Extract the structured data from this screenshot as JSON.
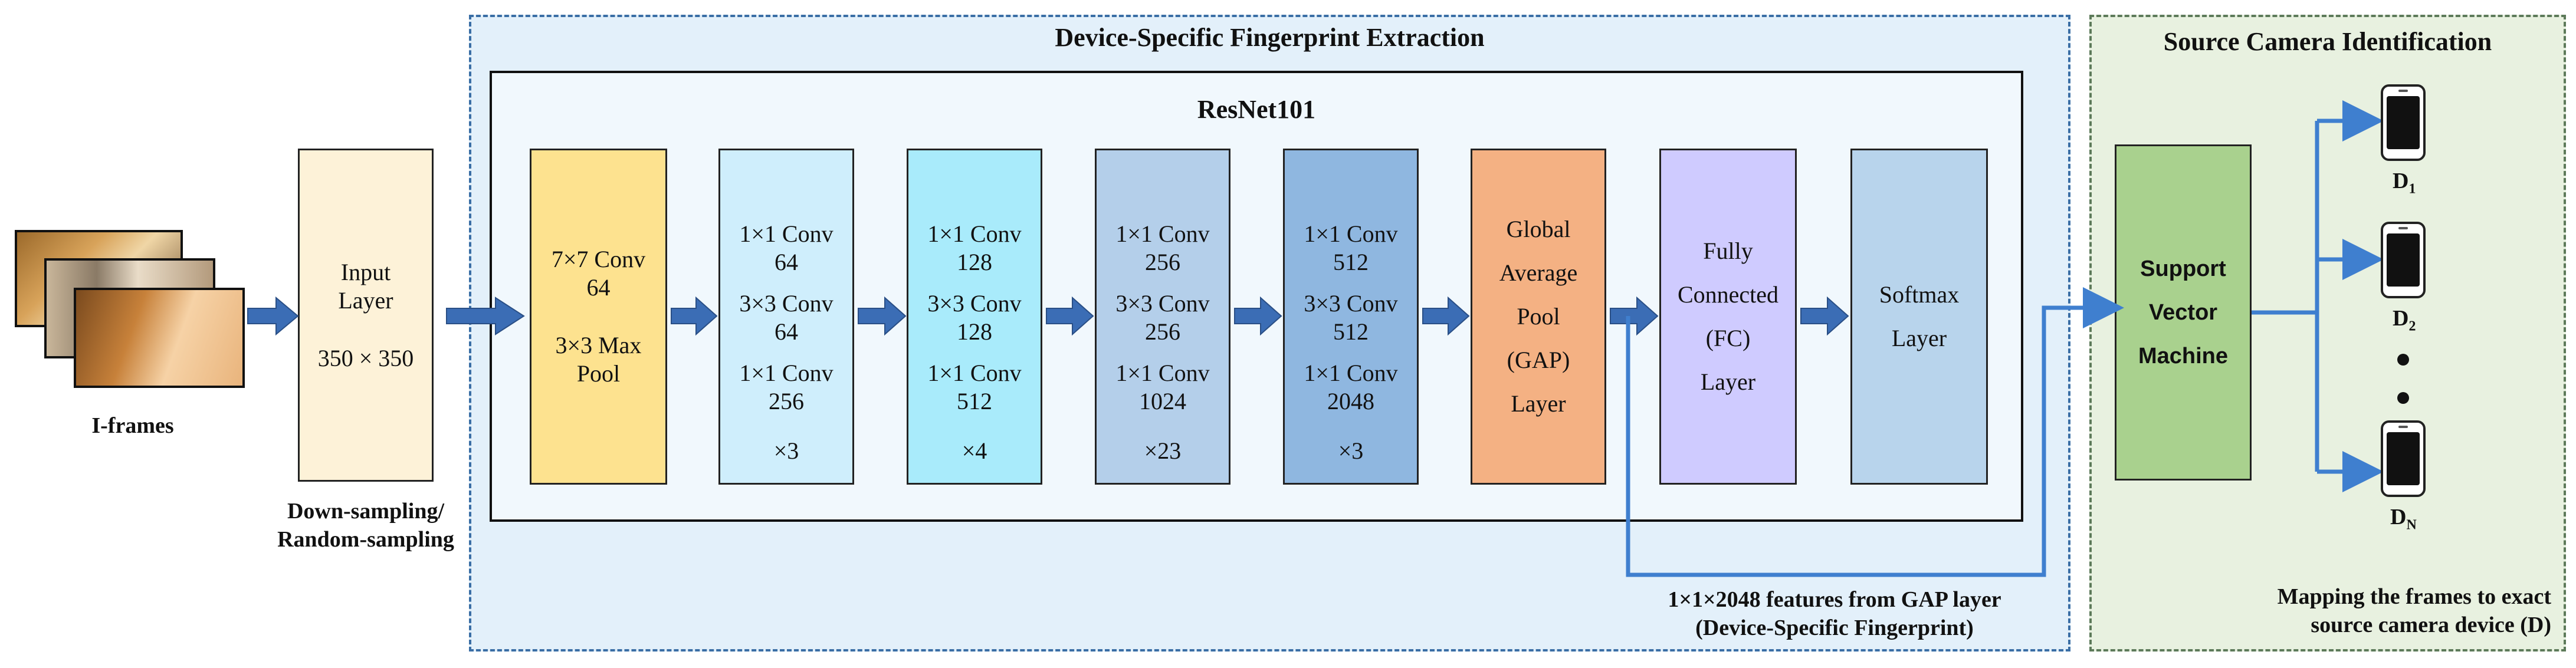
{
  "titles": {
    "extraction": "Device-Specific Fingerprint Extraction",
    "identification": "Source Camera Identification",
    "resnet": "ResNet101"
  },
  "input": {
    "frames_label": "I-frames",
    "layer_line1": "Input",
    "layer_line2": "Layer",
    "layer_size": "350 × 350",
    "sampling_line1": "Down-sampling/",
    "sampling_line2": "Random-sampling"
  },
  "blocks": {
    "conv1": {
      "l1": "7×7 Conv",
      "l2": "64",
      "l3": "3×3 Max",
      "l4": "Pool"
    },
    "conv2": {
      "a1": "1×1 Conv",
      "a2": "64",
      "b1": "3×3 Conv",
      "b2": "64",
      "c1": "1×1 Conv",
      "c2": "256",
      "rep": "×3"
    },
    "conv3": {
      "a1": "1×1 Conv",
      "a2": "128",
      "b1": "3×3 Conv",
      "b2": "128",
      "c1": "1×1 Conv",
      "c2": "512",
      "rep": "×4"
    },
    "conv4": {
      "a1": "1×1 Conv",
      "a2": "256",
      "b1": "3×3 Conv",
      "b2": "256",
      "c1": "1×1 Conv",
      "c2": "1024",
      "rep": "×23"
    },
    "conv5": {
      "a1": "1×1 Conv",
      "a2": "512",
      "b1": "3×3 Conv",
      "b2": "512",
      "c1": "1×1 Conv",
      "c2": "2048",
      "rep": "×3"
    },
    "gap": {
      "l1": "Global",
      "l2": "Average",
      "l3": "Pool",
      "l4": "(GAP)",
      "l5": "Layer"
    },
    "fc": {
      "l1": "Fully",
      "l2": "Connected",
      "l3": "(FC)",
      "l4": "Layer"
    },
    "softmax": {
      "l1": "Softmax",
      "l2": "Layer"
    }
  },
  "features": {
    "line1": "1×1×2048 features from GAP layer",
    "line2": "(Device-Specific Fingerprint)"
  },
  "svm": {
    "l1": "Support",
    "l2": "Vector",
    "l3": "Machine"
  },
  "devices": {
    "d1": "D",
    "d1_sub": "1",
    "d2": "D",
    "d2_sub": "2",
    "dn": "D",
    "dn_sub": "N"
  },
  "mapping": {
    "line1": "Mapping the frames to exact",
    "line2": "source camera device (D)"
  },
  "colors": {
    "arrow": "#3b6db5",
    "line": "#3f7fcf",
    "input_layer": "#fdf2d8",
    "conv1": "#fde28f",
    "conv2": "#cfeefc",
    "conv3": "#a9ebfb",
    "conv4": "#b4cfea",
    "conv5": "#8fb7e0",
    "gap": "#f4b183",
    "fc": "#cfcbff",
    "softmax": "#b8d4ec",
    "svm": "#a9d18e"
  }
}
